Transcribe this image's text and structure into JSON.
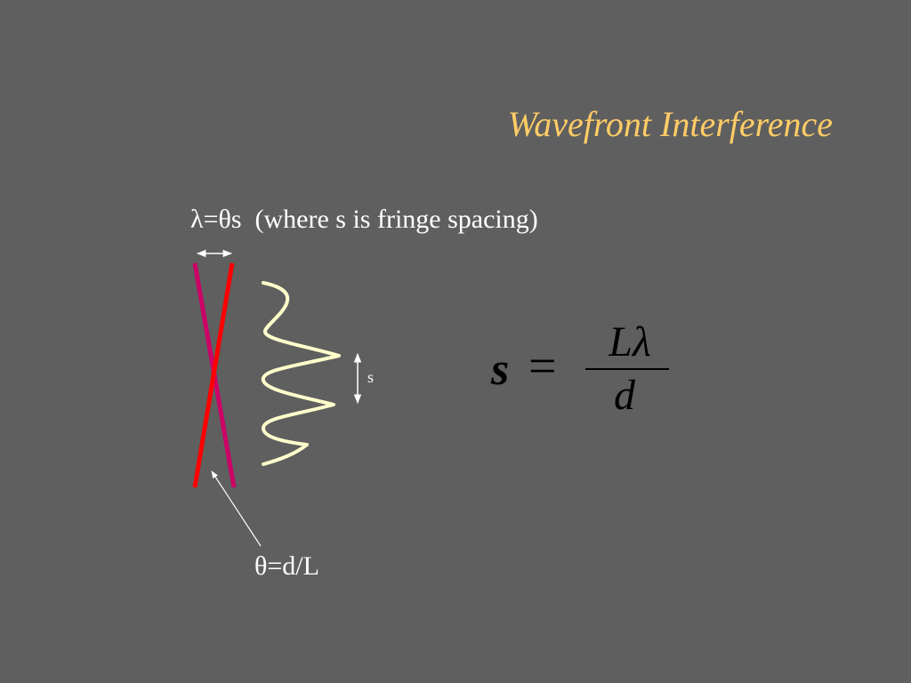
{
  "slide": {
    "title": "Wavefront Interference",
    "subtitle": "λ=θs  (where s is fringe spacing)",
    "angle_label": "θ=d/L",
    "spacing_label": "s",
    "formula": {
      "lhs": "s",
      "equals": "=",
      "numerator": "Lλ",
      "denominator": "d"
    }
  },
  "colors": {
    "background": "#5f5f5f",
    "title": "#ffcc66",
    "text": "#ffffff",
    "wavefront_a": "#ff0000",
    "wavefront_b": "#cc0066",
    "fringe_wave": "#ffffcc",
    "formula": "#000000"
  },
  "icons": {
    "width_arrow": "double-arrow-horizontal",
    "spacing_arrow": "double-arrow-vertical",
    "pointer": "leader-line-arrow"
  }
}
